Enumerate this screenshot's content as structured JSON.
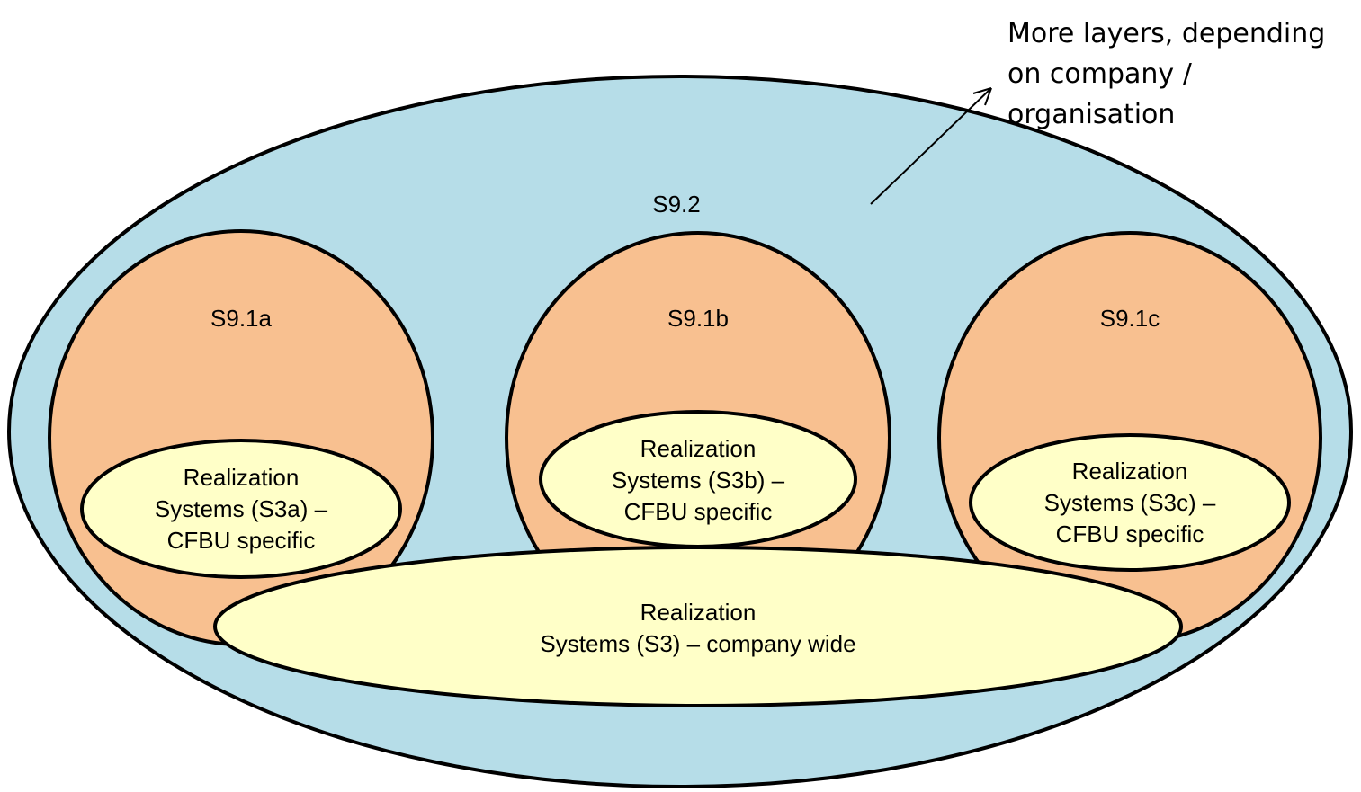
{
  "colors": {
    "outer_fill": "#b6dde8",
    "unit_fill": "#f8c090",
    "system_fill": "#ffffc8",
    "outline": "#000000"
  },
  "annotation": {
    "lines": [
      "More layers, depending",
      "on company /",
      "organisation"
    ]
  },
  "outer": {
    "label": "S9.2"
  },
  "units": [
    {
      "label": "S9.1a",
      "system": {
        "lines": [
          "Realization",
          "Systems (S3a) –",
          "CFBU specific"
        ]
      }
    },
    {
      "label": "S9.1b",
      "system": {
        "lines": [
          "Realization",
          "Systems (S3b) –",
          "CFBU specific"
        ]
      }
    },
    {
      "label": "S9.1c",
      "system": {
        "lines": [
          "Realization",
          "Systems (S3c) –",
          "CFBU specific"
        ]
      }
    }
  ],
  "company_system": {
    "lines": [
      "Realization",
      "Systems (S3) – company wide"
    ]
  }
}
